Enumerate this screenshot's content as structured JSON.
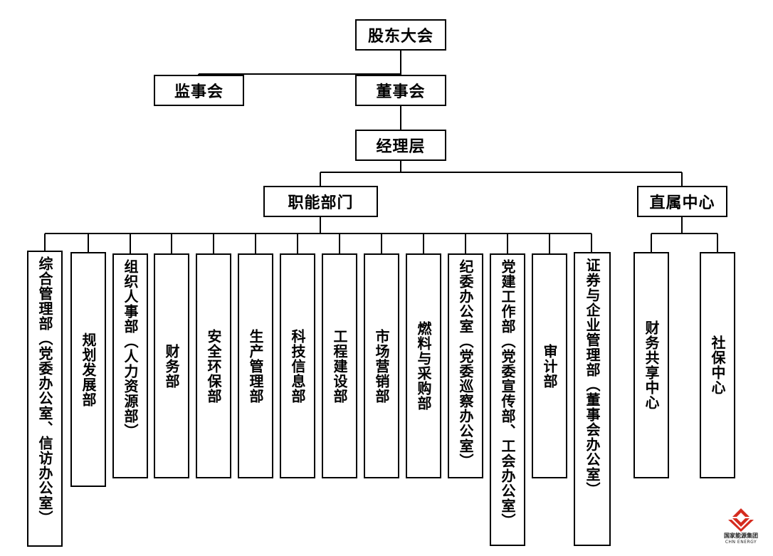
{
  "top_levels": {
    "shareholders": "股东大会",
    "supervisory": "监事会",
    "board": "董事会",
    "management": "经理层"
  },
  "branches": {
    "functional": "职能部门",
    "direct": "直属中心"
  },
  "departments": [
    "综合管理部（党委办公室、信访办公室）",
    "规划发展部",
    "组织人事部（人力资源部）",
    "财务部",
    "安全环保部",
    "生产管理部",
    "科技信息部",
    "工程建设部",
    "市场营销部",
    "燃料与采购部",
    "纪委办公室（党委巡察办公室）",
    "党建工作部（党委宣传部、工会办公室）",
    "审计部",
    "证券与企业管理部（董事会办公室）"
  ],
  "centers": [
    "财务共享中心",
    "社保中心"
  ],
  "logo": {
    "name_cn": "国家能源集团",
    "name_en": "CHN ENERGY",
    "color": "#d52b1e"
  }
}
